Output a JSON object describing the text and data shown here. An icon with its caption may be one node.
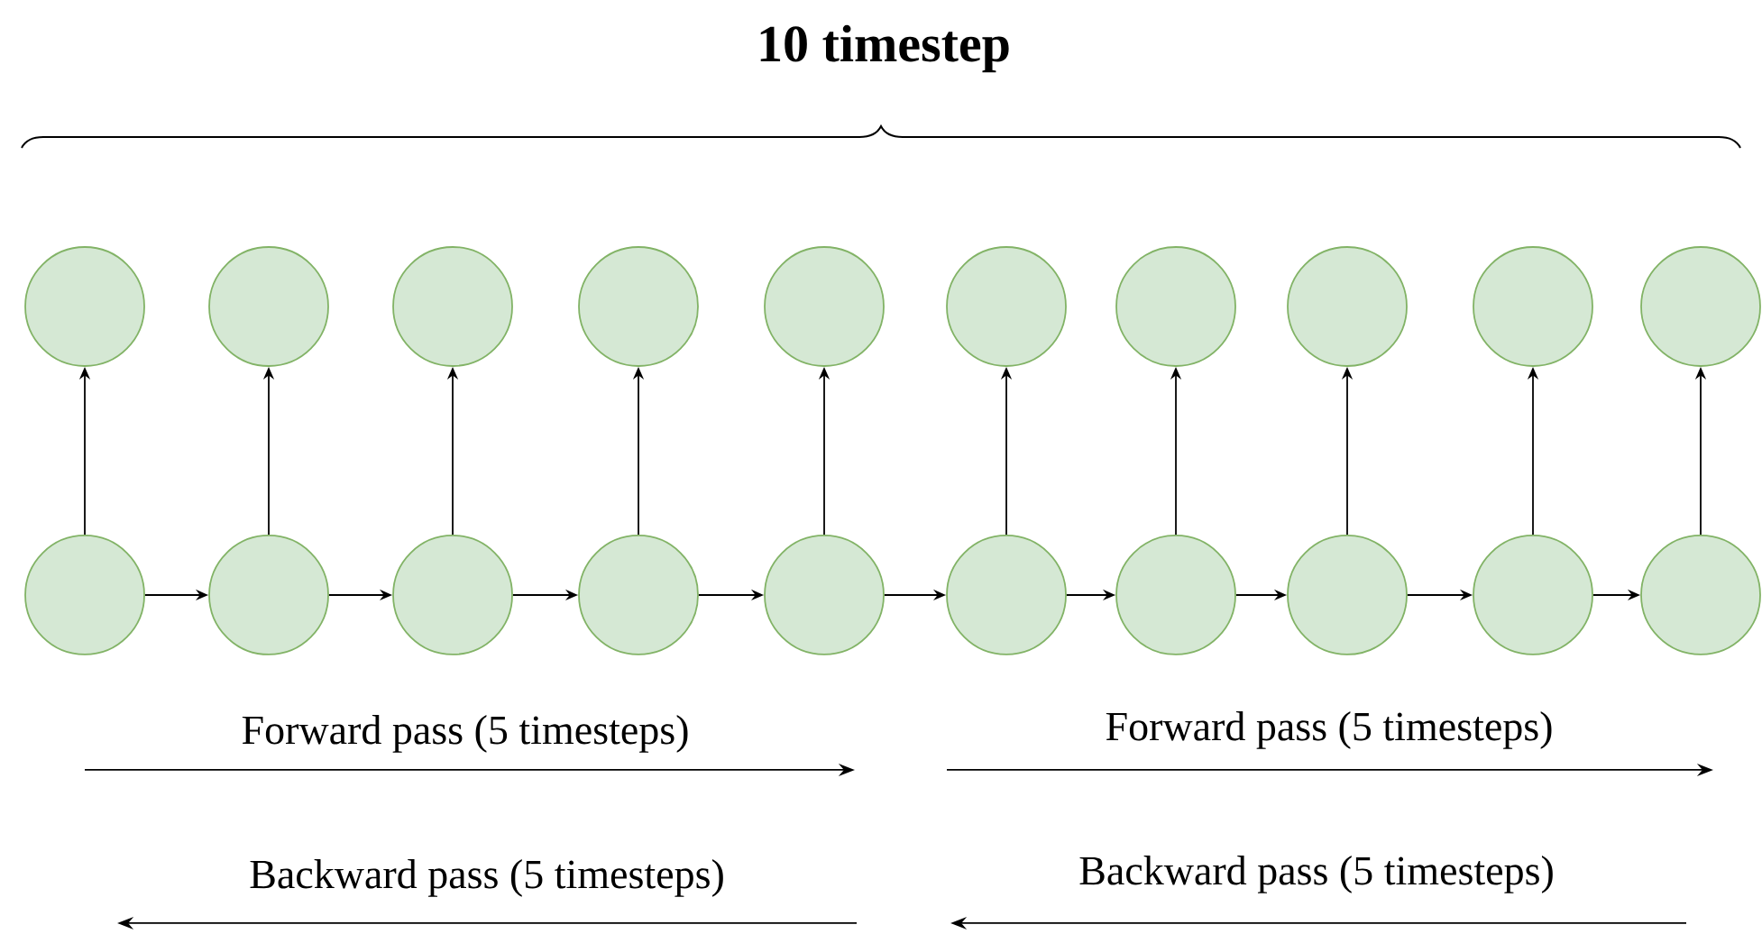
{
  "diagram": {
    "title": "10 timestep",
    "nodes": [
      {
        "text": [],
        "shape": "circle"
      },
      {
        "text": [],
        "shape": "circle"
      },
      {
        "text": [],
        "shape": "circle"
      },
      {
        "text": [],
        "shape": "circle"
      },
      {
        "text": [],
        "shape": "circle"
      },
      {
        "text": [],
        "shape": "circle"
      },
      {
        "text": [],
        "shape": "circle"
      },
      {
        "text": [],
        "shape": "circle"
      },
      {
        "text": [],
        "shape": "circle"
      },
      {
        "text": [],
        "shape": "circle"
      },
      {
        "text": [],
        "shape": "circle"
      },
      {
        "text": [],
        "shape": "circle"
      },
      {
        "text": [],
        "shape": "circle"
      },
      {
        "text": [],
        "shape": "circle"
      },
      {
        "text": [],
        "shape": "circle"
      },
      {
        "text": [],
        "shape": "circle"
      },
      {
        "text": [],
        "shape": "circle"
      },
      {
        "text": [],
        "shape": "circle"
      },
      {
        "text": [],
        "shape": "circle"
      },
      {
        "text": [],
        "shape": "circle"
      }
    ],
    "edges": [
      {
        "from": 10,
        "to": 0,
        "arrow": "to"
      },
      {
        "from": 11,
        "to": 1,
        "arrow": "to"
      },
      {
        "from": 12,
        "to": 2,
        "arrow": "to"
      },
      {
        "from": 13,
        "to": 3,
        "arrow": "to"
      },
      {
        "from": 14,
        "to": 4,
        "arrow": "to"
      },
      {
        "from": 15,
        "to": 5,
        "arrow": "to"
      },
      {
        "from": 16,
        "to": 6,
        "arrow": "to"
      },
      {
        "from": 17,
        "to": 7,
        "arrow": "to"
      },
      {
        "from": 18,
        "to": 8,
        "arrow": "to"
      },
      {
        "from": 19,
        "to": 9,
        "arrow": "to"
      },
      {
        "from": 10,
        "to": 11,
        "arrow": "to"
      },
      {
        "from": 11,
        "to": 12,
        "arrow": "to"
      },
      {
        "from": 12,
        "to": 13,
        "arrow": "to"
      },
      {
        "from": 13,
        "to": 14,
        "arrow": "to"
      },
      {
        "from": 14,
        "to": 15,
        "arrow": "to"
      },
      {
        "from": 15,
        "to": 16,
        "arrow": "to"
      },
      {
        "from": 16,
        "to": 17,
        "arrow": "to"
      },
      {
        "from": 17,
        "to": 18,
        "arrow": "to"
      },
      {
        "from": 18,
        "to": 19,
        "arrow": "to"
      }
    ],
    "labels": [
      "Forward pass (5 timesteps)",
      "Forward pass (5 timesteps)",
      "Backward pass (5 timesteps)",
      "Backward pass (5 timesteps)"
    ]
  }
}
